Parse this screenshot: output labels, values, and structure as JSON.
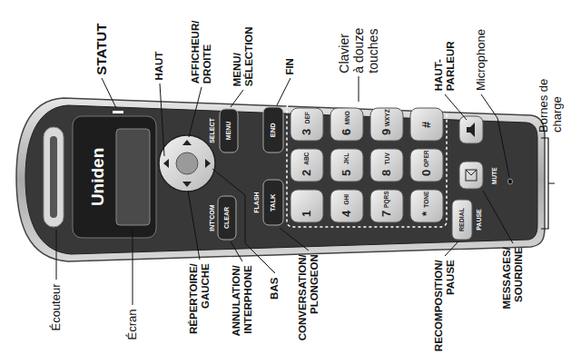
{
  "diagram": {
    "labels": [
      "STATUT",
      "HAUT",
      "AFFICHEUR/ DROITE",
      "MENU/ SÉLECTION",
      "FIN",
      "Clavier à douze touches",
      "HAUT- PARLEUR",
      "Microphone",
      "Bornes de charge",
      "Écouteur",
      "Écran",
      "RÉPERTOIRE/ GAUCHE",
      "ANNULATION/ INTERPHONE",
      "BAS",
      "CONVERSATION/ PLONGEON",
      "RECOMPOSITION/ PAUSE",
      "MESSAGES/ SOURDINE",
      "Uniden",
      "SELECT",
      "MENU",
      "END",
      "INT'COM",
      "CLEAR",
      "FLASH",
      "TALK",
      "3",
      "DEF",
      "6",
      "MNO",
      "9",
      "WXYZ",
      "#",
      "2",
      "ABC",
      "5",
      "JKL",
      "8",
      "TUV",
      "0",
      "OPER",
      "1",
      "4",
      "GHI",
      "7",
      "PQRS",
      "*",
      "TONE",
      "REDIAL",
      "PAUSE",
      "MUTE"
    ]
  }
}
